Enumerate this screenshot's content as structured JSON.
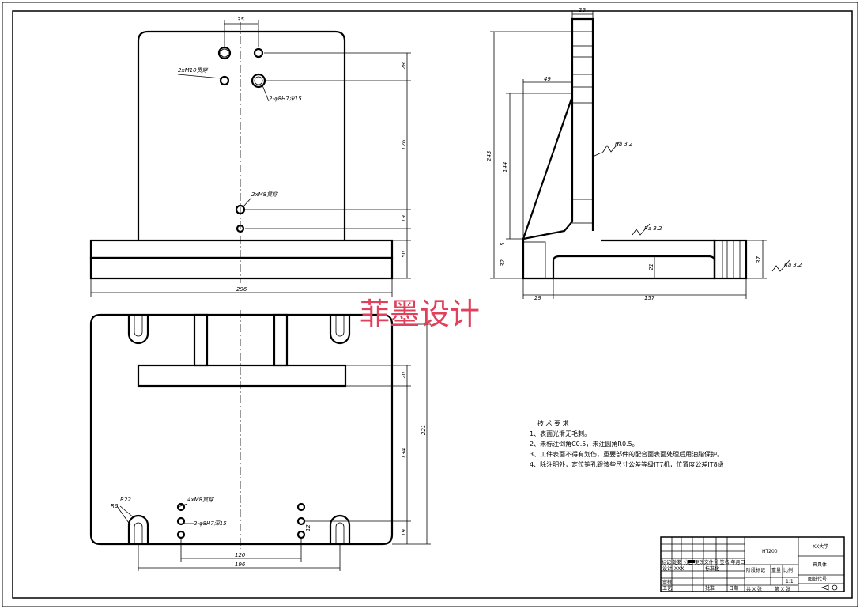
{
  "watermark": "菲墨设计",
  "dims": {
    "d35": "35",
    "d28": "28",
    "d126": "126",
    "d19": "19",
    "d50": "50",
    "d296": "296",
    "d26": "26",
    "d49": "49",
    "d243": "243",
    "d144": "144",
    "d5": "5",
    "d32": "32",
    "d21": "21",
    "d37": "37",
    "d29": "29",
    "d157": "157",
    "d20": "20",
    "d221": "221",
    "d134": "134",
    "d120": "120",
    "d196": "196",
    "r22": "R22",
    "r6": "R6",
    "d12": "12"
  },
  "callouts": {
    "m10_top": "2xM10贯穿",
    "phi_top": "2-φ8H7深15",
    "m8_mid": "2xM8贯穿",
    "m8_bottom": "4xM8贯穿",
    "phi_bottom": "2-φ8H7深15"
  },
  "roughness": {
    "ra1": "Ra 3.2",
    "ra2": "Ra 3.2",
    "ra3": "Ra 3.2"
  },
  "notes": {
    "title": "技 术 要 求",
    "items": [
      "1、表面光滑无毛刺。",
      "2、未标注倒角C0.5，未注圆角R0.5。",
      "3、工件表面不得有划伤，重要部件的配合面表面处理后用油脂保护。",
      "4、除注明外，定位销孔跟该些尺寸公差等级IT7机，位置度公差IT8级"
    ]
  },
  "title_block": {
    "material": "HT200",
    "school": "XX大学",
    "part_name": "夹具体",
    "drawing_no": "图纸代号",
    "scale_label": "比例",
    "weight_label": "重量",
    "stage_label": "阶段标记",
    "scale": "1:1",
    "sheet_total": "共 X 张",
    "sheet_no": "第 X 张",
    "designer": "设计",
    "designer_name": "XXX",
    "reviewer": "审核",
    "process": "工艺",
    "approve": "批准",
    "standard": "标准化",
    "date": "日期",
    "mark_row": "标记 处数 分区 更改文件号 签名 年月日"
  }
}
